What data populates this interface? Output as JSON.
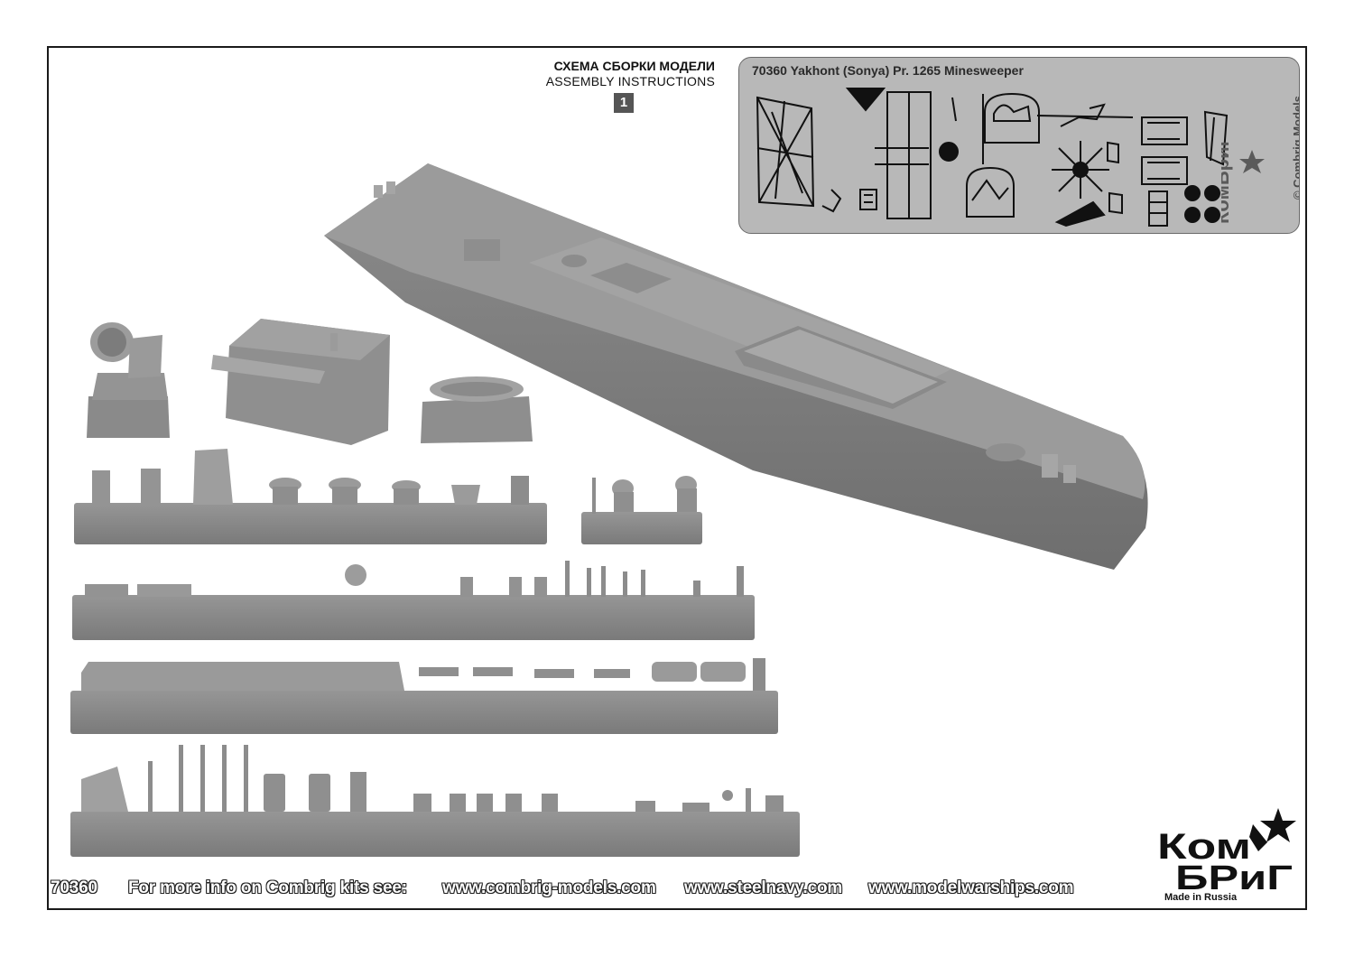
{
  "header": {
    "title_ru": "СХЕМА СБОРКИ МОДЕЛИ",
    "title_en": "ASSEMBLY INSTRUCTIONS",
    "step_number": "1"
  },
  "pe_fret": {
    "title": "70360 Yakhont (Sonya) Pr. 1265 Minesweeper",
    "copyright": "© Combrig Models",
    "logo_text": "КомБриг"
  },
  "footer": {
    "code": "70360",
    "info_text": "For more info on Combrig kits see:",
    "links": [
      "www.combrig-models.com",
      "www.steelnavy.com",
      "www.modelwarships.com"
    ]
  },
  "brand": {
    "logo_top": "Ком",
    "logo_bottom": "БРиГ",
    "made_in": "Made in Russia"
  },
  "colors": {
    "resin": "#8f8f8f",
    "resin_dark": "#707070",
    "fret": "#b8b8b8"
  }
}
